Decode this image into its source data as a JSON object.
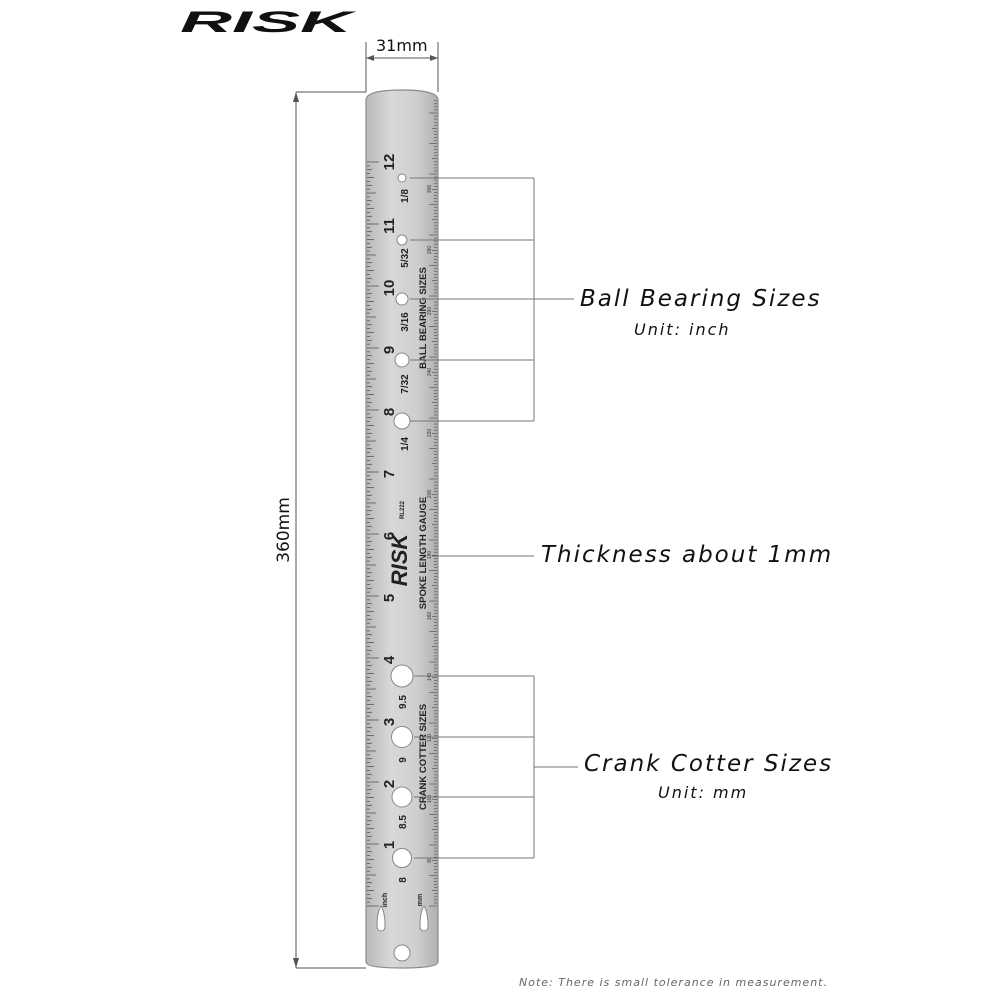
{
  "brand": {
    "logo_text": "RISK"
  },
  "dimensions": {
    "width_label": "31mm",
    "length_label": "360mm"
  },
  "callouts": {
    "ball_bearing": {
      "title": "Ball Bearing Sizes",
      "unit": "Unit: inch"
    },
    "thickness": {
      "title": "Thickness about 1mm"
    },
    "crank_cotter": {
      "title": "Crank Cotter Sizes",
      "unit": "Unit: mm"
    }
  },
  "ruler": {
    "brand_text": "RISK",
    "model_text": "RL222",
    "gauge_title": "SPOKE LENGTH GAUGE",
    "ball_bearing_heading": "BALL BEARING SIZES",
    "crank_cotter_heading": "CRANK COTTER SIZES",
    "inch_unit": "inch",
    "mm_unit": "mm",
    "inch_numbers": [
      "1",
      "2",
      "3",
      "4",
      "5",
      "6",
      "7",
      "8",
      "9",
      "10",
      "11",
      "12"
    ],
    "ball_sizes": [
      "1/8",
      "5/32",
      "3/16",
      "7/32",
      "1/4"
    ],
    "cotter_sizes": [
      "9.5",
      "9",
      "8.5",
      "8"
    ],
    "mm_scale_labels": [
      "80",
      "100",
      "120",
      "140",
      "160",
      "180",
      "200",
      "220",
      "240",
      "260",
      "280",
      "300"
    ]
  },
  "note": "Note: There is small tolerance in measurement.",
  "colors": {
    "steel": "#c9c9c9",
    "steel_edge": "#8a8a8a",
    "ink": "#222222"
  }
}
